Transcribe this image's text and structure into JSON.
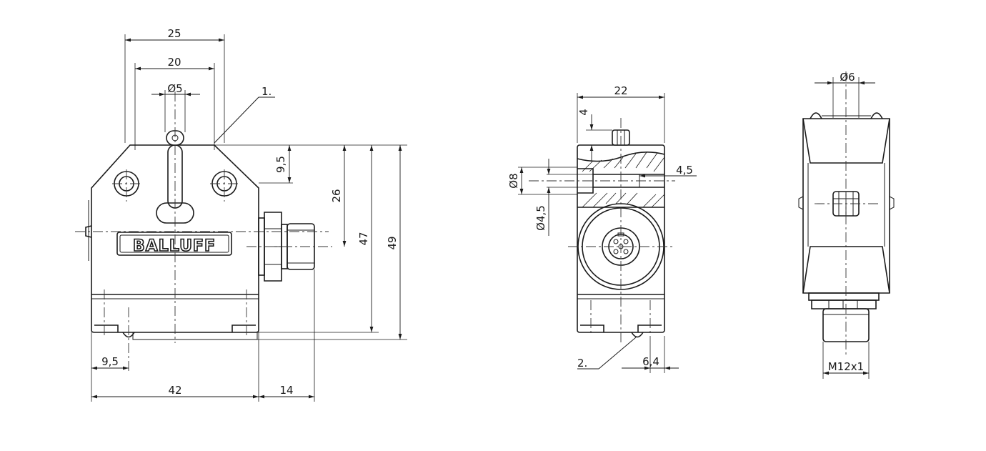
{
  "logo": {
    "text": "BALLUFF"
  },
  "front_view": {
    "dims": {
      "width_top": "25",
      "width_mid": "20",
      "plunger_dia": "Ø5",
      "callout_1": "1.",
      "plunger_h": "9,5",
      "h_26": "26",
      "h_47": "47",
      "h_49": "49",
      "offset_bottom": "9,5",
      "width_body": "42",
      "connector_len": "14"
    }
  },
  "side_view": {
    "dims": {
      "width": "22",
      "top_h": "4",
      "hole_big": "Ø8",
      "hole_small": "Ø4,5",
      "hole_depth": "4,5",
      "callout_2": "2.",
      "offset_6_4": "6,4"
    }
  },
  "end_view": {
    "dims": {
      "plunger_dia": "Ø6",
      "thread": "M12x1"
    }
  }
}
